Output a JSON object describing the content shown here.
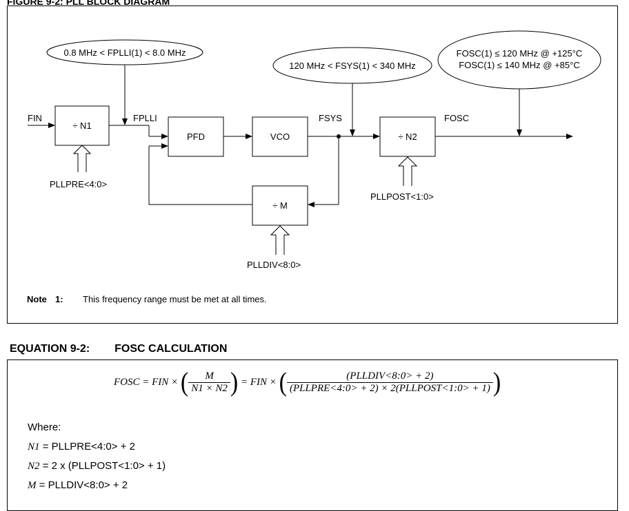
{
  "figure": {
    "title": "FIGURE 9-2:        PLL BLOCK DIAGRAM",
    "inputs": {
      "fin": "FIN",
      "fplli": "FPLLI",
      "fsys": "FSYS",
      "fosc": "FOSC"
    },
    "blocks": {
      "n1": "÷ N1",
      "pfd": "PFD",
      "vco": "VCO",
      "n2": "÷ N2",
      "m": "÷ M"
    },
    "register_labels": {
      "pllpre": "PLLPRE<4:0>",
      "pllpost": "PLLPOST<1:0>",
      "plldiv": "PLLDIV<8:0>"
    },
    "constraints": {
      "fplli_range": "0.8 MHz < FPLLI(1) < 8.0 MHz",
      "fsys_range": "120 MHz < FSYS(1) < 340 MHz",
      "fosc_line1": "FOSC(1) ≤ 120 MHz @ +125°C",
      "fosc_line2": "FOSC(1) ≤ 140 MHz @ +85°C"
    },
    "note": {
      "label": "Note",
      "number": "1:",
      "text": "This frequency range must be met at all times."
    }
  },
  "equation": {
    "title_num": "EQUATION 9-2:",
    "title_name": "FOSC CALCULATION",
    "formula": {
      "lhs": "FOSC = FIN ×",
      "frac1_num": "M",
      "frac1_den": "N1 × N2",
      "mid": "= FIN ×",
      "frac2_num": "(PLLDIV<8:0> + 2)",
      "frac2_den": "(PLLPRE<4:0> + 2) × 2(PLLPOST<1:0> + 1)"
    },
    "where_label": "Where:",
    "defs": [
      {
        "lhs": "N1",
        "rhs": "= PLLPRE<4:0> + 2"
      },
      {
        "lhs": "N2",
        "rhs": "= 2 x (PLLPOST<1:0> + 1)"
      },
      {
        "lhs": "M",
        "rhs": "= PLLDIV<8:0> + 2"
      }
    ]
  }
}
